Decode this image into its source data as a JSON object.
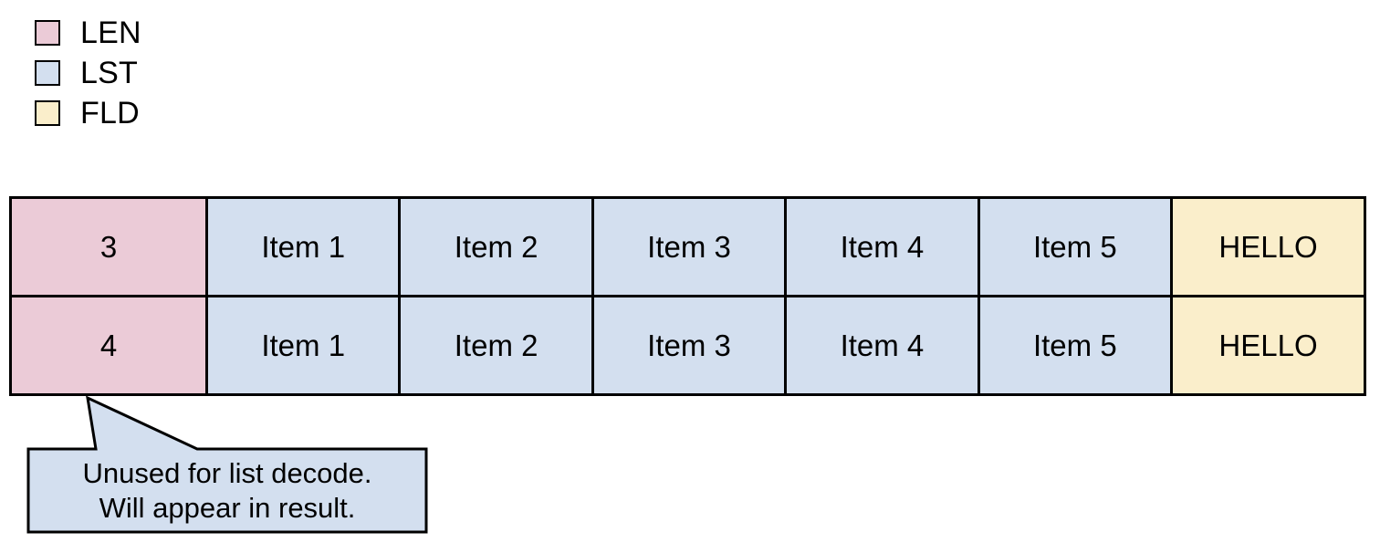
{
  "colors": {
    "len": "#EBCBD7",
    "lst": "#D3DFEF",
    "fld": "#FAEECB",
    "stroke": "#000000",
    "background": "#FFFFFF"
  },
  "legend": {
    "items": [
      {
        "label": "LEN",
        "swatch_color": "#EBCBD7"
      },
      {
        "label": "LST",
        "swatch_color": "#D3DFEF"
      },
      {
        "label": "FLD",
        "swatch_color": "#FAEECB"
      }
    ]
  },
  "table": {
    "rows": [
      {
        "len": "3",
        "list": [
          "Item 1",
          "Item 2",
          "Item 3",
          "Item 4",
          "Item 5"
        ],
        "fld": "HELLO"
      },
      {
        "len": "4",
        "list": [
          "Item 1",
          "Item 2",
          "Item 3",
          "Item 4",
          "Item 5"
        ],
        "fld": "HELLO"
      }
    ]
  },
  "callout": {
    "line1": "Unused for list decode.",
    "line2": "Will appear in result.",
    "fill_color": "#D3DFEF"
  }
}
